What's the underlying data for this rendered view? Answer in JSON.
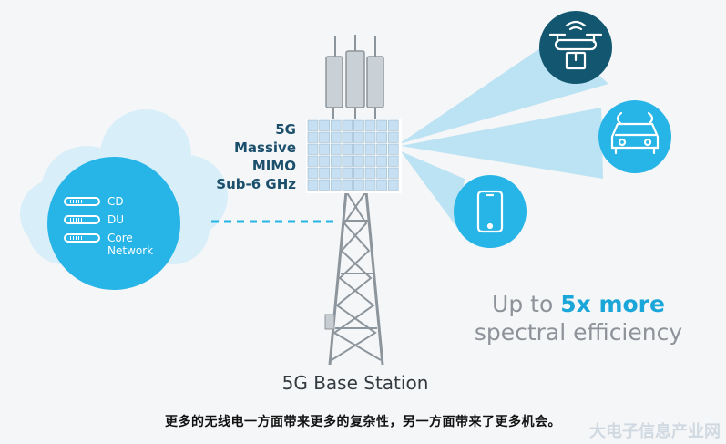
{
  "antenna": {
    "lines": [
      "5G",
      "Massive",
      "MIMO",
      "Sub-6 GHz"
    ]
  },
  "cloud": {
    "items": [
      {
        "label": "CD"
      },
      {
        "label": "DU"
      },
      {
        "label": "Core\nNetwork"
      }
    ]
  },
  "efficiency": {
    "prefix": "Up to ",
    "highlight": "5x more",
    "suffix": "spectral efficiency"
  },
  "station_label": "5G Base Station",
  "caption": "更多的无线电一方面带来更多的复杂性，另一方面带来了更多机会。",
  "watermark": "大电子信息产业网",
  "devices": [
    {
      "icon": "drone-icon"
    },
    {
      "icon": "car-icon"
    },
    {
      "icon": "smartphone-icon"
    }
  ],
  "colors": {
    "background": "#f4f6f8",
    "cloud": "#d8eef9",
    "cloud_circle": "#27b4e6",
    "drone_circle": "#12566f",
    "car_circle": "#27b4e6",
    "phone_circle": "#27b4e6",
    "beam": "#a9dcf2",
    "tower": "#8d959c",
    "panel": "#c6dff2",
    "label": "#1b4f6b",
    "accent": "#1aa6d8",
    "muted": "#8e9299"
  }
}
